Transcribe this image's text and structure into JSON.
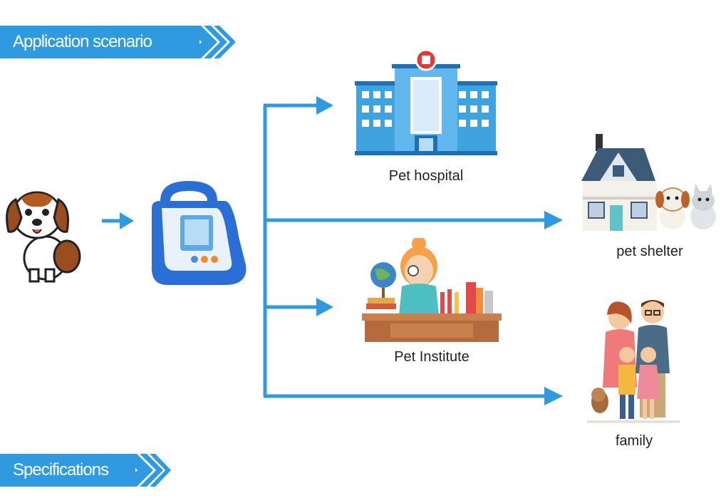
{
  "headers": {
    "application_scenario": "Application scenario",
    "specifications": "Specifications"
  },
  "destinations": {
    "hospital": "Pet hospital",
    "shelter": "pet shelter",
    "institute": "Pet Institute",
    "family": "family"
  },
  "colors": {
    "accent": "#2f9ae0",
    "arrow": "#2f9ae0",
    "device": "#2b6fd6"
  },
  "icons": [
    "beagle-dog-icon",
    "blood-pressure-monitor-icon",
    "hospital-building-icon",
    "house-icon",
    "researcher-desk-icon",
    "family-icon"
  ]
}
